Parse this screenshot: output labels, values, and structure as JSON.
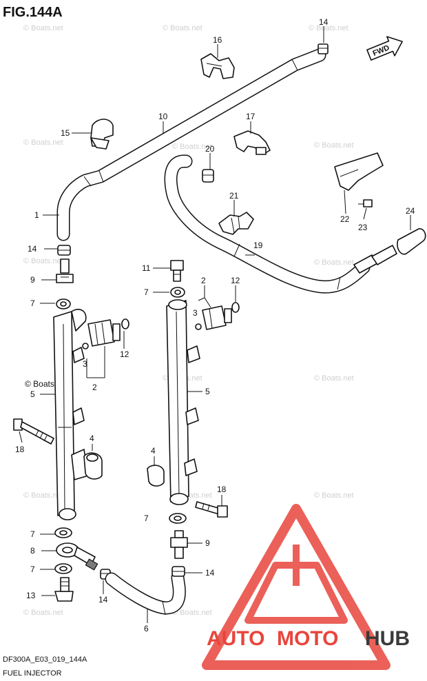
{
  "title": "FIG.144A",
  "fwd_label": "FWD",
  "watermark": "© Boats.net",
  "footer": {
    "code": "DF300A_E03_019_144A",
    "name": "FUEL INJECTOR"
  },
  "brand": {
    "auto": "AUTO",
    "moto": "MOTO",
    "hub": "HUB",
    "red": "#e8453c",
    "gray": "#3a3a3a"
  },
  "callouts": [
    "14",
    "16",
    "10",
    "15",
    "17",
    "20",
    "1",
    "21",
    "22",
    "23",
    "24",
    "19",
    "14",
    "9",
    "11",
    "7",
    "2",
    "12",
    "7",
    "3",
    "3",
    "12",
    "2",
    "5",
    "5",
    "18",
    "4",
    "4",
    "18",
    "7",
    "7",
    "9",
    "8",
    "7",
    "14",
    "14",
    "13",
    "6"
  ]
}
